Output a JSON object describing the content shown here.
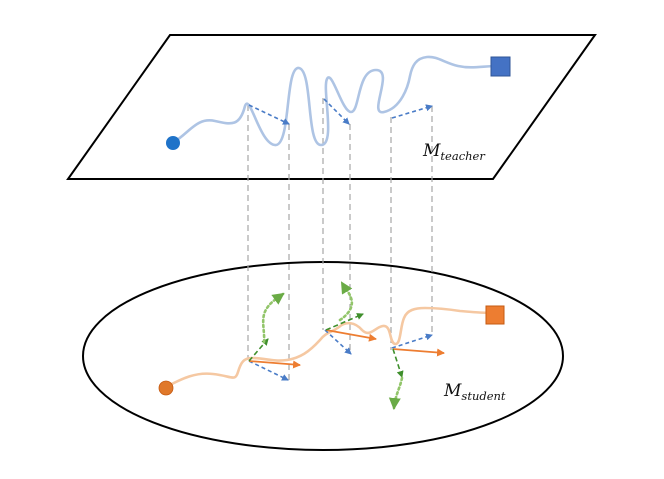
{
  "labels": {
    "teacher_symbol": "M",
    "teacher_sub": "teacher",
    "student_symbol": "M",
    "student_sub": "student"
  },
  "colors": {
    "teacher_path": "#aec4e4",
    "teacher_start": "#1f73c9",
    "teacher_end": "#4472c4",
    "projection_line": "#a6a6a6",
    "blue_arrow": "#4a7cc7",
    "student_path": "#f5c8a2",
    "student_start": "#e0782a",
    "student_end": "#ed7d31",
    "orange_arrow": "#ed7d31",
    "green_dark": "#3f8f2c",
    "green_light": "#92c56a",
    "green_head": "#6aab46"
  }
}
